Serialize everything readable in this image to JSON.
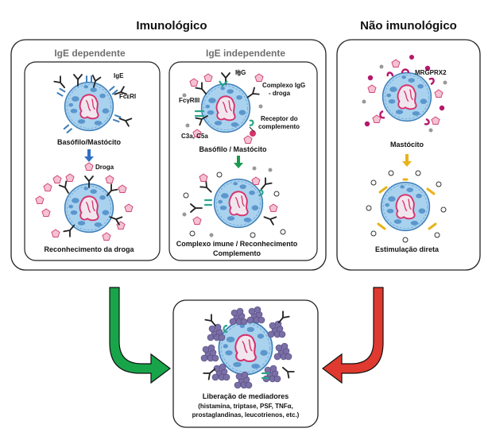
{
  "titles": {
    "immunologic": "Imunológico",
    "non_immunologic": "Não imunológico"
  },
  "panels": {
    "ige_dependent": {
      "subtitle": "IgE dependente",
      "label_ige": "IgE",
      "label_fcer": "FcεRI",
      "cell_label": "Basófilo/Mastócito",
      "drug_label": "Droga",
      "bottom_label": "Reconhecimento da droga"
    },
    "ige_independent": {
      "subtitle": "IgE independente",
      "label_igg": "IgG",
      "label_fcg": "FcγRIII",
      "label_complex_1": "Complexo IgG",
      "label_complex_2": "- droga",
      "label_receptor_1": "Receptor do",
      "label_receptor_2": "complemento",
      "label_c3c5": "C3a, C5a",
      "cell_label": "Basófilo / Mastócito",
      "bottom_label_1": "Complexo imune / Reconhecimento",
      "bottom_label_2": "Complemento"
    },
    "non_immunologic": {
      "label_receptor": "MRGPRX2",
      "cell_label": "Mastócito",
      "bottom_label": "Estimulação direta"
    },
    "mediators": {
      "line1": "Liberação de mediadores",
      "line2": "(histamina, triptase, PSF, TNFα,",
      "line3": "prostaglandinas, leucotrienos, etc.)"
    }
  },
  "colors": {
    "cell_fill": "#a9d2ef",
    "cell_stroke": "#3f7fb8",
    "granule": "#5b96cc",
    "nucleus": "#d6336c",
    "drug_fill": "#f5c2d2",
    "drug_stroke": "#d0487a",
    "receptor_teal": "#2aa58a",
    "mrgprx2": "#b5176c",
    "arrow_blue": "#2f6fc4",
    "arrow_green_small": "#1a9a4e",
    "arrow_yellow": "#e8b31a",
    "arrow_green_big": "#18a54a",
    "arrow_red_big": "#e0392f",
    "mediator_cluster": "#7a6fa6"
  }
}
